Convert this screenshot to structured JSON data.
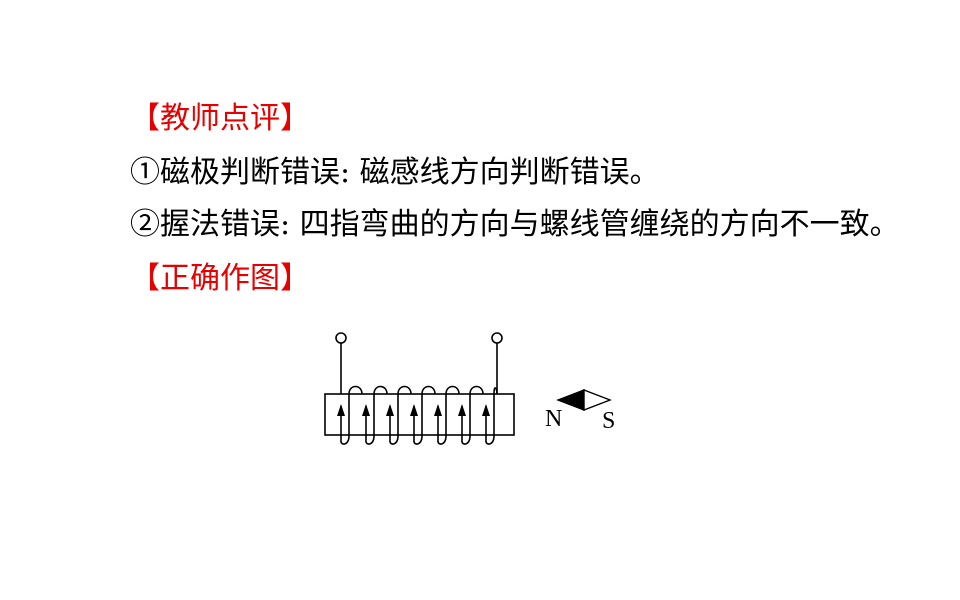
{
  "teacher_comment": {
    "heading": "【教师点评】",
    "items": [
      "①磁极判断错误: 磁感线方向判断错误。",
      "②握法错误: 四指弯曲的方向与螺线管缠绕的方向不一致。"
    ]
  },
  "correct_drawing": {
    "heading": "【正确作图】",
    "compass": {
      "north_label": "N",
      "south_label": "S"
    }
  },
  "colors": {
    "heading": "#e60000",
    "text": "#000000"
  },
  "icons": {
    "terminal": "terminal-circle-icon",
    "current_arrow": "arrow-up-icon",
    "compass_needle": "compass-needle-icon"
  }
}
